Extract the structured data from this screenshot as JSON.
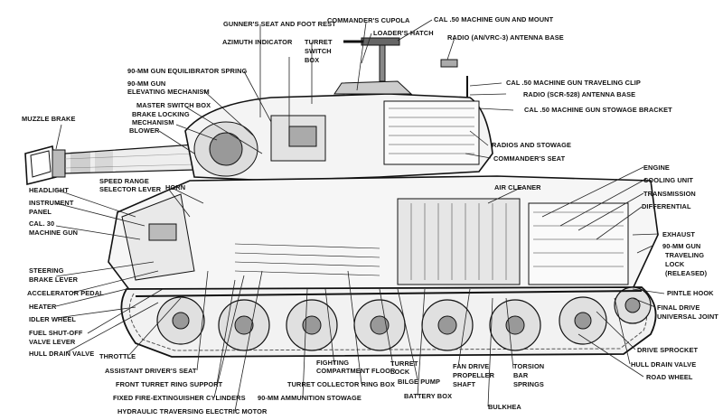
{
  "labels": {
    "gunners_seat": "GUNNER'S SEAT AND FOOT REST",
    "commanders_cupola": "COMMANDER'S CUPOLA",
    "cal50_mount": "CAL .50 MACHINE GUN AND MOUNT",
    "loaders_hatch": "LOADER'S HATCH",
    "radio_vrc3": "RADIO (AN/VRC-3) ANTENNA BASE",
    "azimuth_indicator": "AZIMUTH INDICATOR",
    "turret_switch_box": "TURRET\nSWITCH\nBOX",
    "equilibrator_spring": "90-MM GUN EQUILIBRATOR SPRING",
    "elevating_mechanism": "90-MM GUN\nELEVATING MECHANISM",
    "master_switch_box": "MASTER SWITCH BOX",
    "brake_locking": "BRAKE LOCKING\nMECHANISM",
    "blower": "BLOWER",
    "muzzle_brake": "MUZZLE BRAKE",
    "cal50_travel_clip": "CAL .50 MACHINE GUN TRAVELING CLIP",
    "radio_scr528": "RADIO (SCR-528) ANTENNA BASE",
    "cal50_stowage_bracket": "CAL .50 MACHINE GUN STOWAGE BRACKET",
    "radios_stowage": "RADIOS AND STOWAGE",
    "commanders_seat": "COMMANDER'S SEAT",
    "engine": "ENGINE",
    "cooling_unit": "COOLING UNIT",
    "transmission": "TRANSMISSION",
    "differential": "DIFFERENTIAL",
    "air_cleaner": "AIR CLEANER",
    "exhaust": "EXHAUST",
    "gun_travel_lock": "90-MM GUN\nTRAVELING\nLOCK\n(RELEASED)",
    "pintle_hook": "PINTLE HOOK",
    "final_drive": "FINAL DRIVE\nUNIVERSAL JOINT",
    "drive_sprocket": "DRIVE SPROCKET",
    "hull_drain_valve_rear": "HULL DRAIN VALVE",
    "road_wheel": "ROAD WHEEL",
    "speed_range": "SPEED RANGE\nSELECTOR LEVER",
    "horn": "HORN",
    "headlight": "HEADLIGHT",
    "instrument_panel": "INSTRUMENT\nPANEL",
    "cal30": "CAL. 30\nMACHINE GUN",
    "steering_brake": "STEERING\nBRAKE LEVER",
    "accelerator": "ACCELERATOR PEDAL",
    "heater": "HEATER",
    "idler_wheel": "IDLER WHEEL",
    "fuel_shutoff": "FUEL SHUT-OFF\nVALVE LEVER",
    "hull_drain_valve_front": "HULL DRAIN VALVE",
    "throttle": "THROTTLE",
    "assistant_seat": "ASSISTANT DRIVER'S SEAT",
    "turret_ring_support": "FRONT TURRET RING SUPPORT",
    "fire_extinguisher": "FIXED FIRE-EXTINGUISHER CYLINDERS",
    "hydraulic_motor": "HYDRAULIC TRAVERSING ELECTRIC MOTOR",
    "ammo_stowage": "90-MM AMMUNITION STOWAGE",
    "fighting_floor": "FIGHTING\nCOMPARTMENT FLOOR",
    "collector_ring": "TURRET COLLECTOR RING BOX",
    "turret_lock": "TURRET\nLOCK",
    "bilge_pump": "BILGE PUMP",
    "battery_box": "BATTERY BOX",
    "fan_drive_shaft": "FAN DRIVE\nPROPELLER\nSHAFT",
    "torsion_bar": "TORSION\nBAR\nSPRINGS",
    "bulkhead": "BULKHEA"
  }
}
